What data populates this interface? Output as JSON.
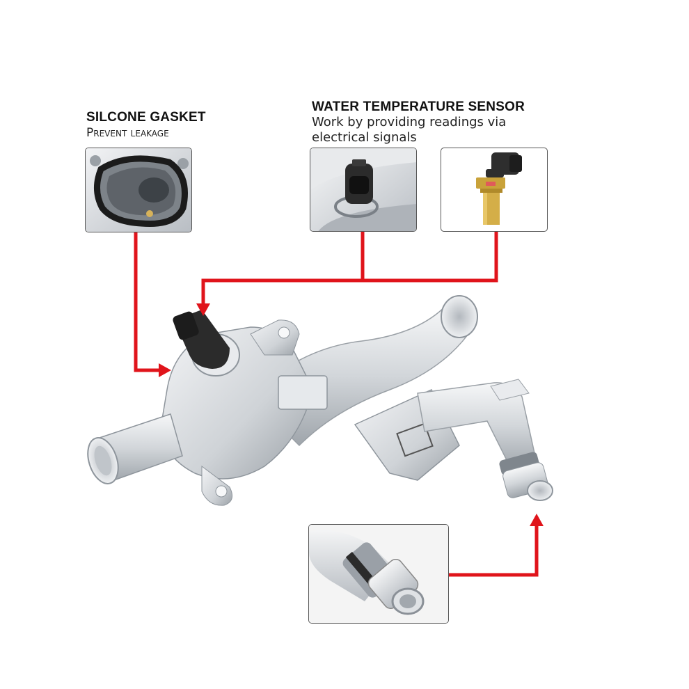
{
  "callouts": {
    "gasket": {
      "title": "SILCONE GASKET",
      "subtitle": "Prevent leakage"
    },
    "sensor": {
      "title": "WATER TEMPERATURE SENSOR",
      "subtitle_line1": "Work by providing readings via",
      "subtitle_line2": "electrical signals"
    }
  },
  "colors": {
    "arrow": "#e0141b",
    "metal_light": "#eef0f2",
    "metal_mid": "#c9cdd2",
    "metal_dark": "#8e959c",
    "sensor_body": "#2b2b2b",
    "sensor_brass": "#c9a23a"
  },
  "thumbnails": [
    {
      "name": "gasket-detail-image",
      "depicts": "silicone gasket"
    },
    {
      "name": "sensor-installed-image",
      "depicts": "sensor installed in housing"
    },
    {
      "name": "sensor-part-image",
      "depicts": "temperature sensor part"
    },
    {
      "name": "outlet-detail-image",
      "depicts": "hose outlet connector"
    }
  ]
}
